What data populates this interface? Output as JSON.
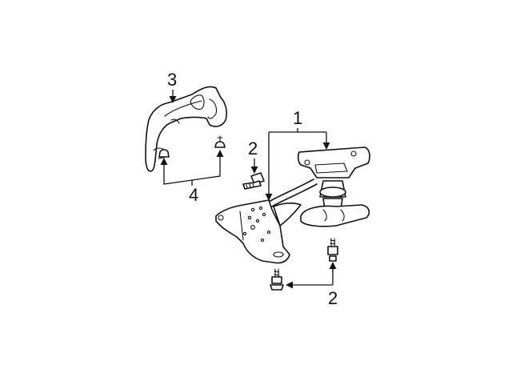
{
  "callouts": {
    "part_1": "1",
    "part_2_upper": "2",
    "part_2_lower": "2",
    "part_3": "3",
    "part_4": "4"
  }
}
